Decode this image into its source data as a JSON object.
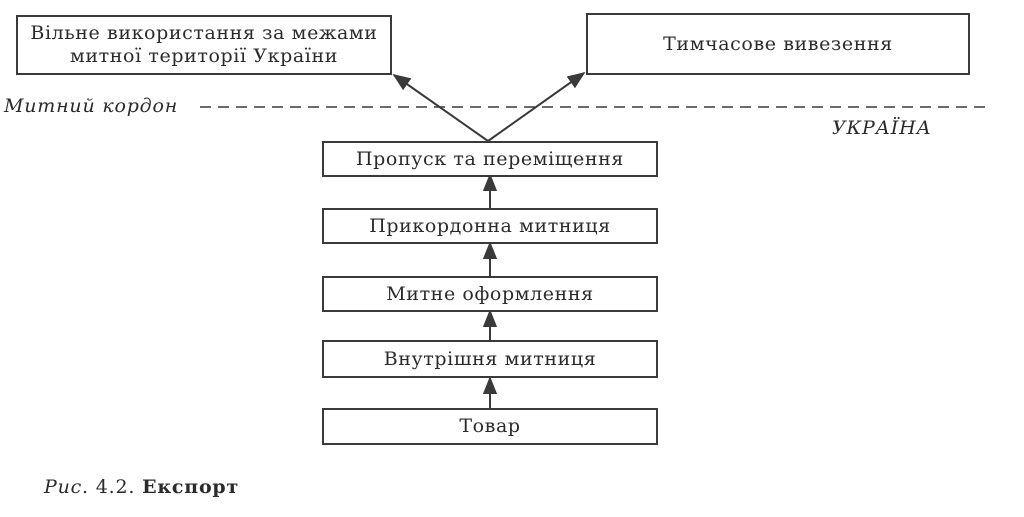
{
  "diagram": {
    "boxes": {
      "free_use": {
        "line1": "Вільне використання за межами",
        "line2": "митної території України"
      },
      "temporary_export": "Тимчасове вивезення",
      "pass_move": "Пропуск та переміщення",
      "border_customs": "Прикордонна митниця",
      "customs_clearance": "Митне оформлення",
      "internal_customs": "Внутрішня митниця",
      "goods": "Товар"
    },
    "border_label": "Митний кордон",
    "country_label": "УКРАЇНА"
  },
  "caption": {
    "prefix": "Рис.",
    "number": "4.2.",
    "title": "Експорт"
  }
}
